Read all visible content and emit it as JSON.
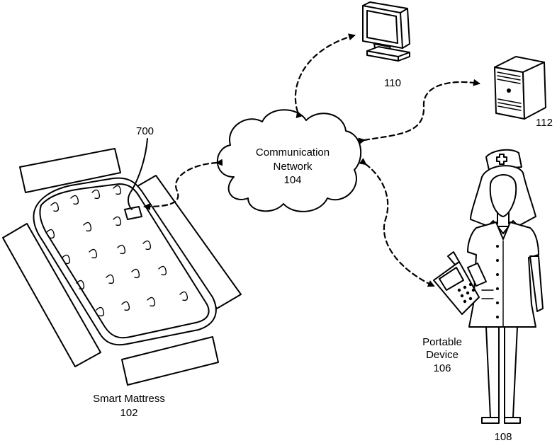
{
  "labels": {
    "network_line1": "Communication",
    "network_line2": "Network",
    "network_ref": "104",
    "monitor_ref": "110",
    "server_ref": "112",
    "mattress_name": "Smart Mattress",
    "mattress_ref": "102",
    "sensor_ref": "700",
    "device_line1": "Portable",
    "device_line2": "Device",
    "device_ref": "106",
    "nurse_ref": "108"
  },
  "colors": {
    "ink": "#000000",
    "background": "#ffffff"
  },
  "icons": [
    "cloud-icon",
    "monitor-icon",
    "server-icon",
    "mattress-icon",
    "nurse-icon",
    "portable-device-icon"
  ]
}
